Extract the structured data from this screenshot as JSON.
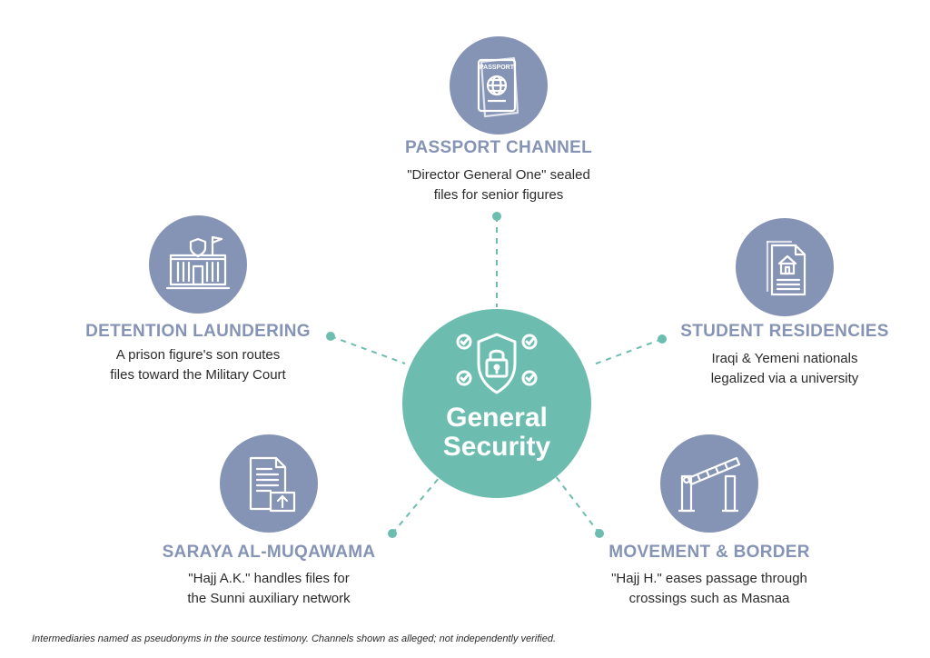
{
  "colors": {
    "node_fill": "#8593b5",
    "hub_fill": "#6cbdb0",
    "connector": "#6cbdb0",
    "title_text": "#8593b5",
    "body_text": "#2b2b2b"
  },
  "hub": {
    "title_line1": "General",
    "title_line2": "Security",
    "icon": "shield-lock-check-icon"
  },
  "nodes": {
    "passport": {
      "icon": "passport-icon",
      "title": "PASSPORT CHANNEL",
      "desc_line1": "\"Director General One\" sealed",
      "desc_line2": "files for senior figures"
    },
    "student": {
      "icon": "residence-document-icon",
      "title": "STUDENT RESIDENCIES",
      "desc_line1": "Iraqi & Yemeni nationals",
      "desc_line2": "legalized via a university"
    },
    "movement": {
      "icon": "border-barrier-icon",
      "title": "MOVEMENT & BORDER",
      "desc_line1": "\"Hajj H.\" eases passage through",
      "desc_line2": "crossings such as Masnaa"
    },
    "saraya": {
      "icon": "file-upload-icon",
      "title": "SARAYA AL-MUQAWAMA",
      "desc_line1": "\"Hajj A.K.\" handles files for",
      "desc_line2": "the Sunni auxiliary network"
    },
    "detention": {
      "icon": "prison-building-icon",
      "title": "DETENTION LAUNDERING",
      "desc_line1": "A prison figure's son routes",
      "desc_line2": "files toward the Military Court"
    }
  },
  "footnote": "Intermediaries named as pseudonyms in the source testimony. Channels shown as alleged; not independently verified."
}
